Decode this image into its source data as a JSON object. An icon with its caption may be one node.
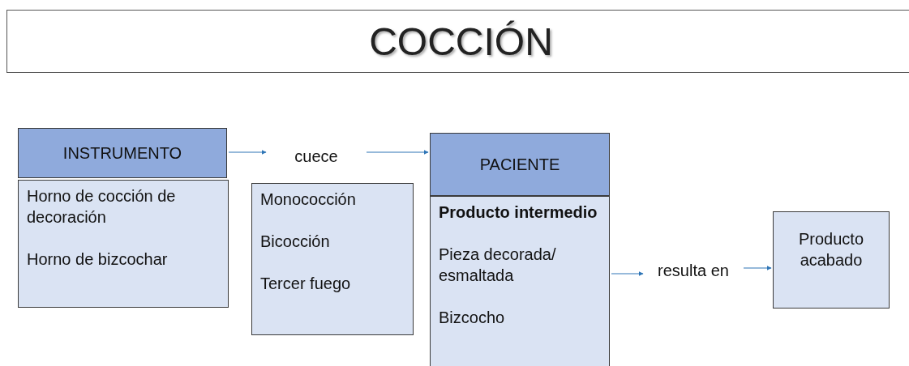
{
  "diagram": {
    "title": "COCCIÓN",
    "nodes": [
      {
        "text": [
          "INSTRUMENTO"
        ]
      },
      {
        "text": [
          "Horno de cocción de decoración",
          "Horno de bizcochar"
        ]
      },
      {
        "text": [
          "cuece"
        ]
      },
      {
        "text": [
          "Monococción",
          "Bicocción",
          "Tercer fuego"
        ]
      },
      {
        "text": [
          "PACIENTE"
        ]
      },
      {
        "text": [
          "Producto intermedio",
          "Pieza decorada/ esmaltada",
          "Bizcocho"
        ]
      },
      {
        "text": [
          "resulta en"
        ]
      },
      {
        "text": [
          "Producto acabado"
        ]
      }
    ],
    "edges": [
      {
        "from": 0,
        "to": 2,
        "arrow": "to"
      },
      {
        "from": 2,
        "to": 4,
        "arrow": "to"
      },
      {
        "from": 5,
        "to": 6,
        "arrow": "to"
      },
      {
        "from": 6,
        "to": 7,
        "arrow": "to"
      }
    ]
  }
}
